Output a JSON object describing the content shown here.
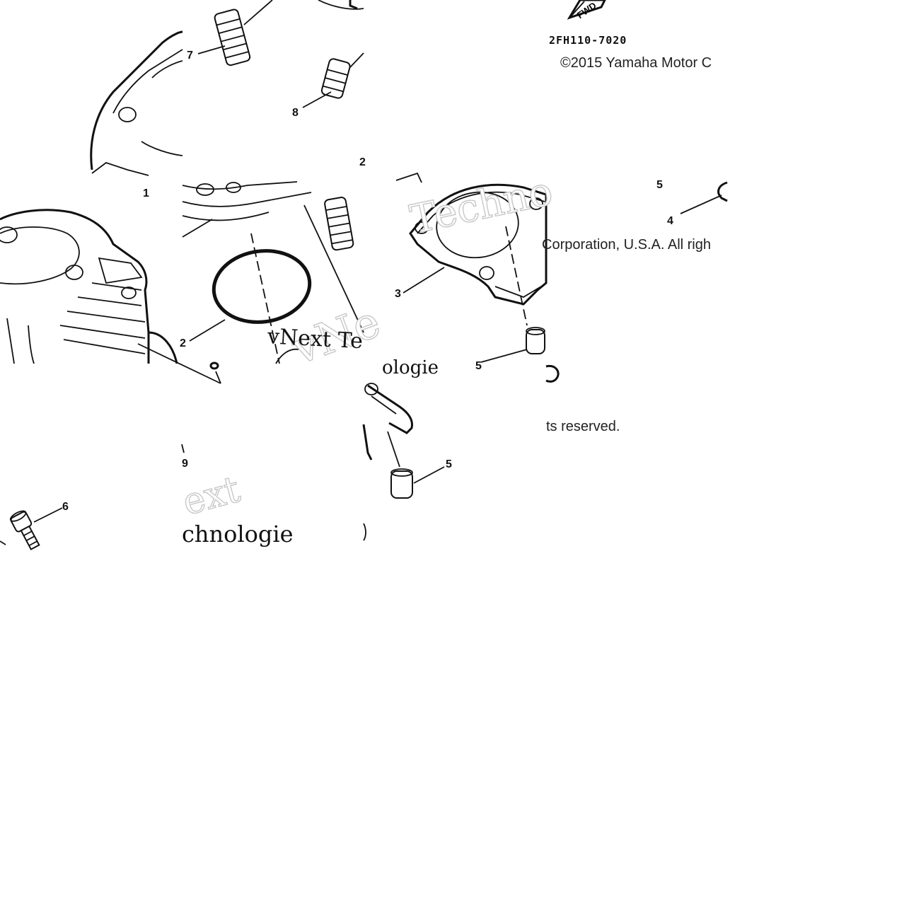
{
  "diagram": {
    "drawing_code": "2FH110-7020",
    "copyright_line1": "©2015 Yamaha Motor C",
    "copyright_line2": "Corporation, U.S.A. All righ",
    "copyright_line3": "ts reserved.",
    "fwd_badge": "FWD",
    "watermark_fragments": [
      "Techno",
      "vNe",
      "vNext Te",
      "ologie",
      "ext",
      "chnologie"
    ],
    "callouts": [
      "1",
      "2",
      "3",
      "4",
      "5",
      "5",
      "6",
      "7",
      "8",
      "9",
      "2",
      "5"
    ]
  }
}
